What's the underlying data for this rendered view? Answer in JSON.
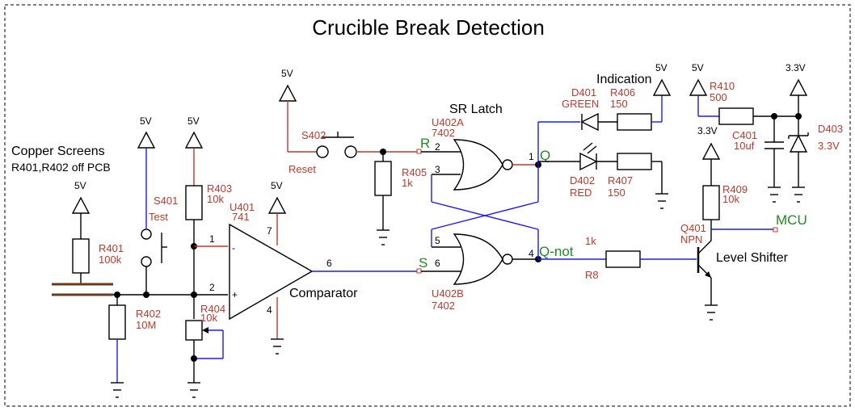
{
  "title": "Crucible Break Detection",
  "labels": {
    "copper_screens": "Copper Screens",
    "copper_note": "R401,R402 off PCB",
    "sr_latch": "SR Latch",
    "indication": "Indication",
    "comparator": "Comparator",
    "level_shifter": "Level Shifter"
  },
  "rails": {
    "5v": "5V",
    "3v3": "3.3V"
  },
  "components": {
    "r401": {
      "ref": "R401",
      "value": "100k"
    },
    "r402": {
      "ref": "R402",
      "value": "10M"
    },
    "s401": {
      "ref": "S401",
      "value": "Test"
    },
    "r403": {
      "ref": "R403",
      "value": "10k"
    },
    "r404": {
      "ref": "R404",
      "value": "10k"
    },
    "u401": {
      "ref": "U401",
      "value": "741"
    },
    "s402": {
      "ref": "S402",
      "value": "Reset"
    },
    "r405": {
      "ref": "R405",
      "value": "1k"
    },
    "u402a": {
      "ref": "U402A",
      "value": "7402"
    },
    "u402b": {
      "ref": "U402B",
      "value": "7402"
    },
    "d401": {
      "ref": "D401",
      "value": "GREEN"
    },
    "d402": {
      "ref": "D402",
      "value": "RED"
    },
    "r406": {
      "ref": "R406",
      "value": "150"
    },
    "r407": {
      "ref": "R407",
      "value": "150"
    },
    "r8": {
      "ref": "R8",
      "value": "1k"
    },
    "r409": {
      "ref": "R409",
      "value": "10k"
    },
    "q401": {
      "ref": "Q401",
      "value": "NPN"
    },
    "r410": {
      "ref": "R410",
      "value": "500"
    },
    "c401": {
      "ref": "C401",
      "value": "10uf"
    },
    "d403": {
      "ref": "D403",
      "value": "3.3V"
    }
  },
  "nets": {
    "r": "R",
    "s": "S",
    "q": "Q",
    "qnot": "Q-not",
    "mcu": "MCU"
  },
  "pins": {
    "p1": "1",
    "p2": "2",
    "p3": "3",
    "p4": "4",
    "p5": "5",
    "p6": "6",
    "p7": "7",
    "minus": "-",
    "plus": "+"
  }
}
